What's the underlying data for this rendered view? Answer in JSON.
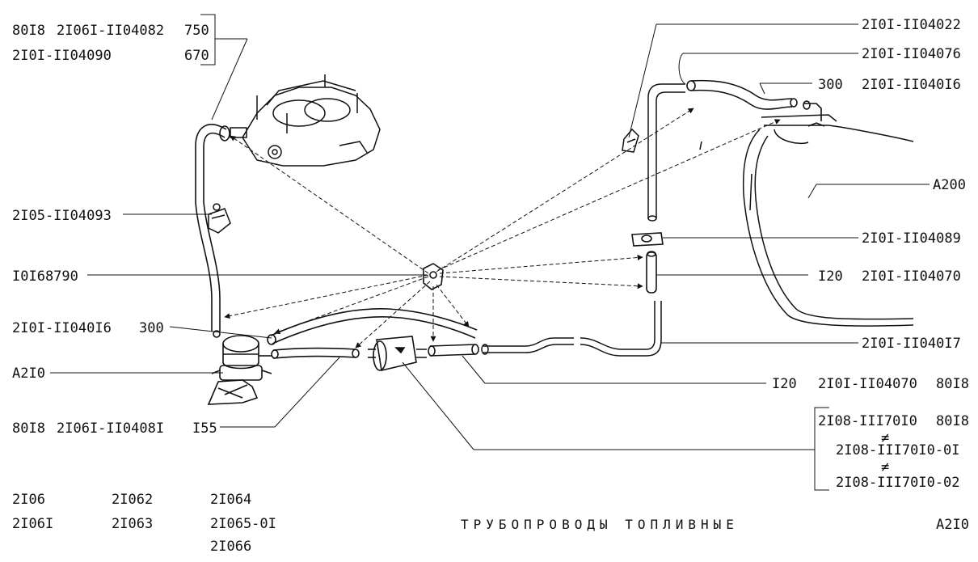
{
  "labels": {
    "l1a": "80I8",
    "l1b": "2I06I-II04082",
    "l1c": "750",
    "l2a": "2I0I-II04090",
    "l2b": "670",
    "l3": "2I05-II04093",
    "l4": "I0I68790",
    "l5a": "2I0I-II040I6",
    "l5b": "300",
    "l6": "A2I0",
    "l7a": "80I8",
    "l7b": "2I06I-II0408I",
    "l7c": "I55",
    "r1": "2I0I-II04022",
    "r2": "2I0I-II04076",
    "r3a": "300",
    "r3b": "2I0I-II040I6",
    "r4": "A200",
    "r5": "2I0I-II04089",
    "r6a": "I20",
    "r6b": "2I0I-II04070",
    "r7": "2I0I-II040I7",
    "r8a": "I20",
    "r8b": "2I0I-II04070",
    "r8c": "80I8",
    "r9a": "2I08-III70I0",
    "r9b": "80I8",
    "r10": "2I08-III70I0-0I",
    "r11": "2I08-III70I0-02",
    "neq": "≠"
  },
  "footer": {
    "m1": "2I06",
    "m2": "2I06I",
    "m3": "2I062",
    "m4": "2I063",
    "m5": "2I064",
    "m6": "2I065-0I",
    "m7": "2I066",
    "title": "ТРУБОПРОВОДЫ ТОПЛИВНЫЕ",
    "code": "A2I0"
  }
}
